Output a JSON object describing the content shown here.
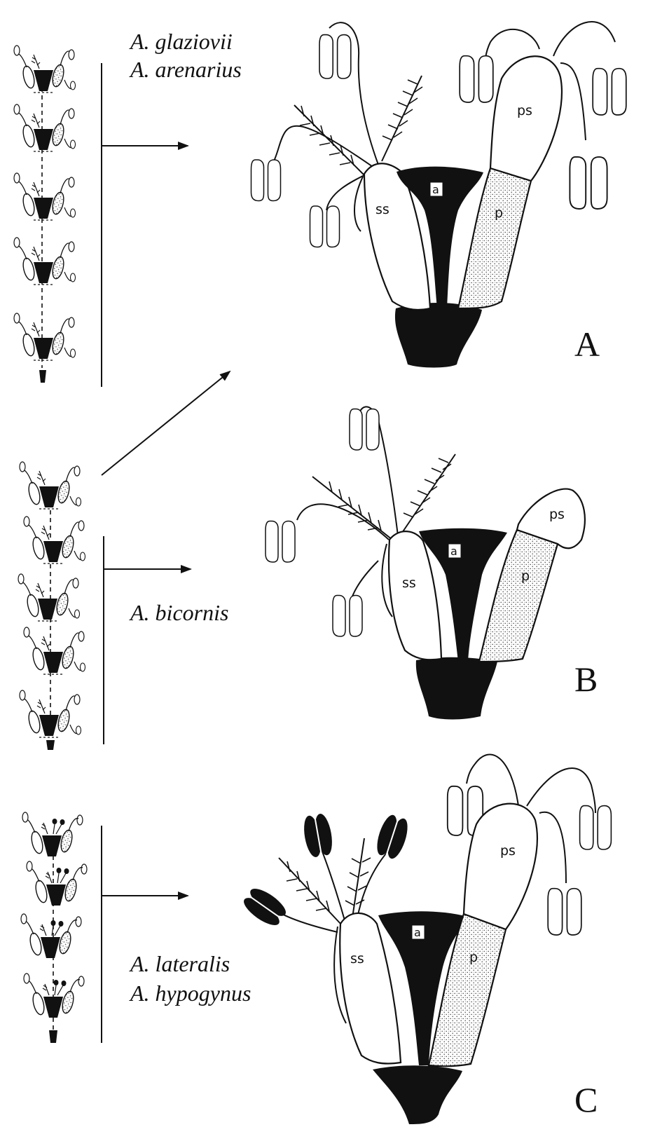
{
  "species_labels": {
    "group_a": [
      "A. glaziovii",
      "A. arenarius"
    ],
    "group_b": [
      "A. bicornis"
    ],
    "group_c": [
      "A. lateralis",
      "A. hypogynus"
    ]
  },
  "panel_letters": [
    "A",
    "B",
    "C"
  ],
  "part_labels": {
    "staminode": "a",
    "petal": "p",
    "petal_scale": "ps",
    "stamen_sheath": "ss"
  },
  "colors": {
    "ink": "#111111",
    "paper": "#ffffff",
    "stipple": "#555555"
  }
}
